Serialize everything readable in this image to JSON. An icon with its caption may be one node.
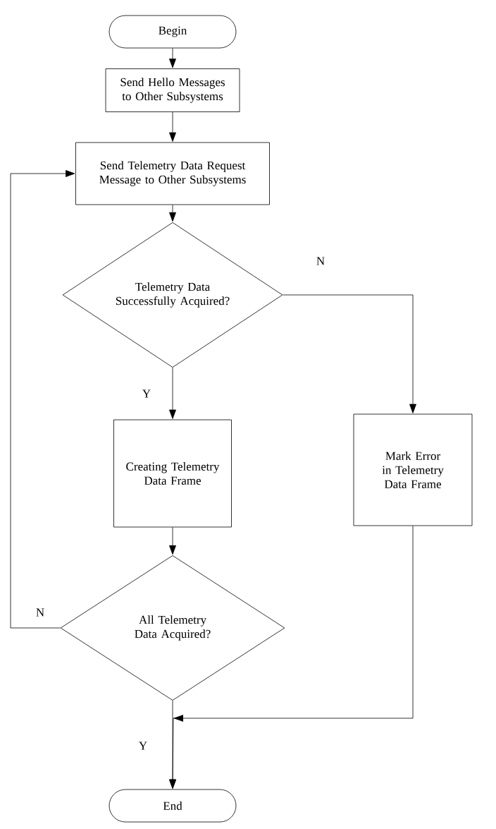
{
  "diagram": {
    "nodes": [
      {
        "text": [
          "Begin"
        ]
      },
      {
        "text": [
          "Send Hello Messages to Other Subsystems"
        ]
      },
      {
        "text": [
          "Send Telemetry Data Request Message to Other Subsystems"
        ]
      },
      {
        "text": [
          "Telemetry Data Successfully Acquired?"
        ]
      },
      {
        "text": [
          "Creating Telemetry Data Frame"
        ]
      },
      {
        "text": [
          "Mark Error in Telemetry Data Frame"
        ]
      },
      {
        "text": [
          "All Telemetry Data Acquired?"
        ]
      },
      {
        "text": [
          "End"
        ]
      }
    ],
    "edges": [
      {
        "from": 0,
        "to": 1,
        "arrow": "to"
      },
      {
        "from": 1,
        "to": 2,
        "arrow": "to"
      },
      {
        "from": 2,
        "to": 3,
        "arrow": "to"
      },
      {
        "from": 3,
        "to": 4,
        "arrow": "to",
        "label": "Y"
      },
      {
        "from": 3,
        "to": 5,
        "arrow": "to",
        "label": "N"
      },
      {
        "from": 4,
        "to": 6,
        "arrow": "to"
      },
      {
        "from": 6,
        "to": 2,
        "arrow": "to",
        "label": "N"
      },
      {
        "from": 6,
        "to": 7,
        "arrow": "to",
        "label": "Y"
      },
      {
        "from": 5,
        "to": 7,
        "arrow": "to"
      }
    ]
  }
}
